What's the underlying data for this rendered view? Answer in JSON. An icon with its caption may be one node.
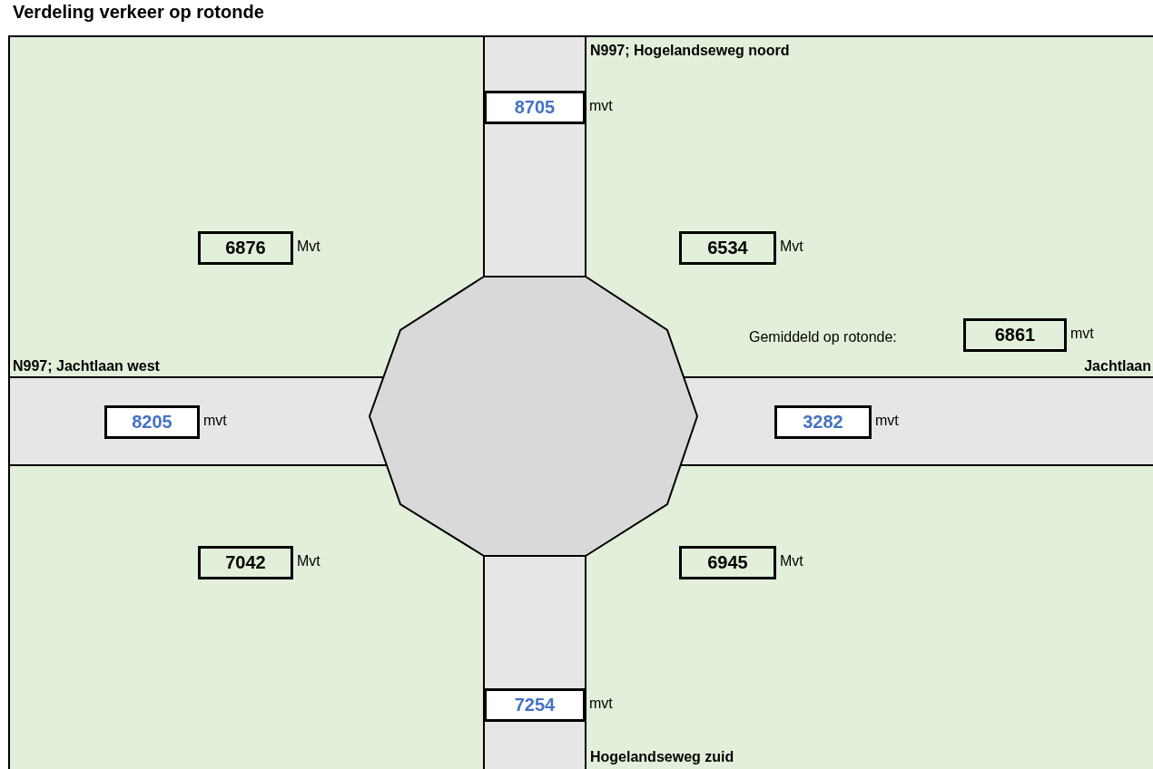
{
  "diagram": {
    "title": "Verdeling verkeer op rotonde",
    "nodes": [
      {
        "text": [
          "8705"
        ],
        "beside": [
          "mvt"
        ]
      },
      {
        "text": [
          "6876"
        ],
        "beside": [
          "Mvt"
        ]
      },
      {
        "text": [
          "6534"
        ],
        "beside": [
          "Mvt"
        ]
      },
      {
        "text": [
          "6861"
        ],
        "beside": [
          "mvt"
        ]
      },
      {
        "text": [
          "8205"
        ],
        "beside": [
          "mvt"
        ]
      },
      {
        "text": [
          "3282"
        ],
        "beside": [
          "mvt"
        ]
      },
      {
        "text": [
          "7042"
        ],
        "beside": [
          "Mvt"
        ]
      },
      {
        "text": [
          "6945"
        ],
        "beside": [
          "Mvt"
        ]
      },
      {
        "text": [
          "7254"
        ],
        "beside": [
          "mvt"
        ]
      }
    ],
    "labels": [
      "N997; Hogelandseweg noord",
      "Gemiddeld op rotonde:",
      "N997; Jachtlaan west",
      "Jachtlaan",
      "Hogelandseweg zuid"
    ]
  }
}
